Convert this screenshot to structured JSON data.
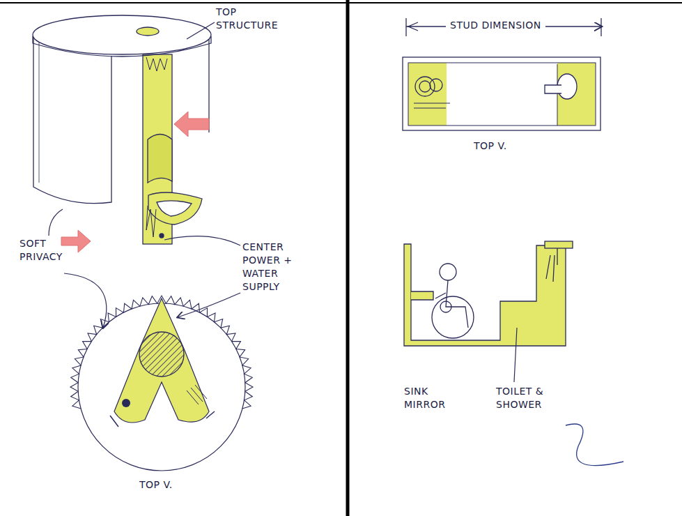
{
  "diagram": {
    "labels": [
      "TOP STRUCTURE",
      "SOFT PRIVACY",
      "CENTER POWER + WATER SUPPLY",
      "TOP V.",
      "STUD DIMENSION",
      "TOP V.",
      "SINK MIRROR",
      "TOILET & SHOWER"
    ]
  }
}
